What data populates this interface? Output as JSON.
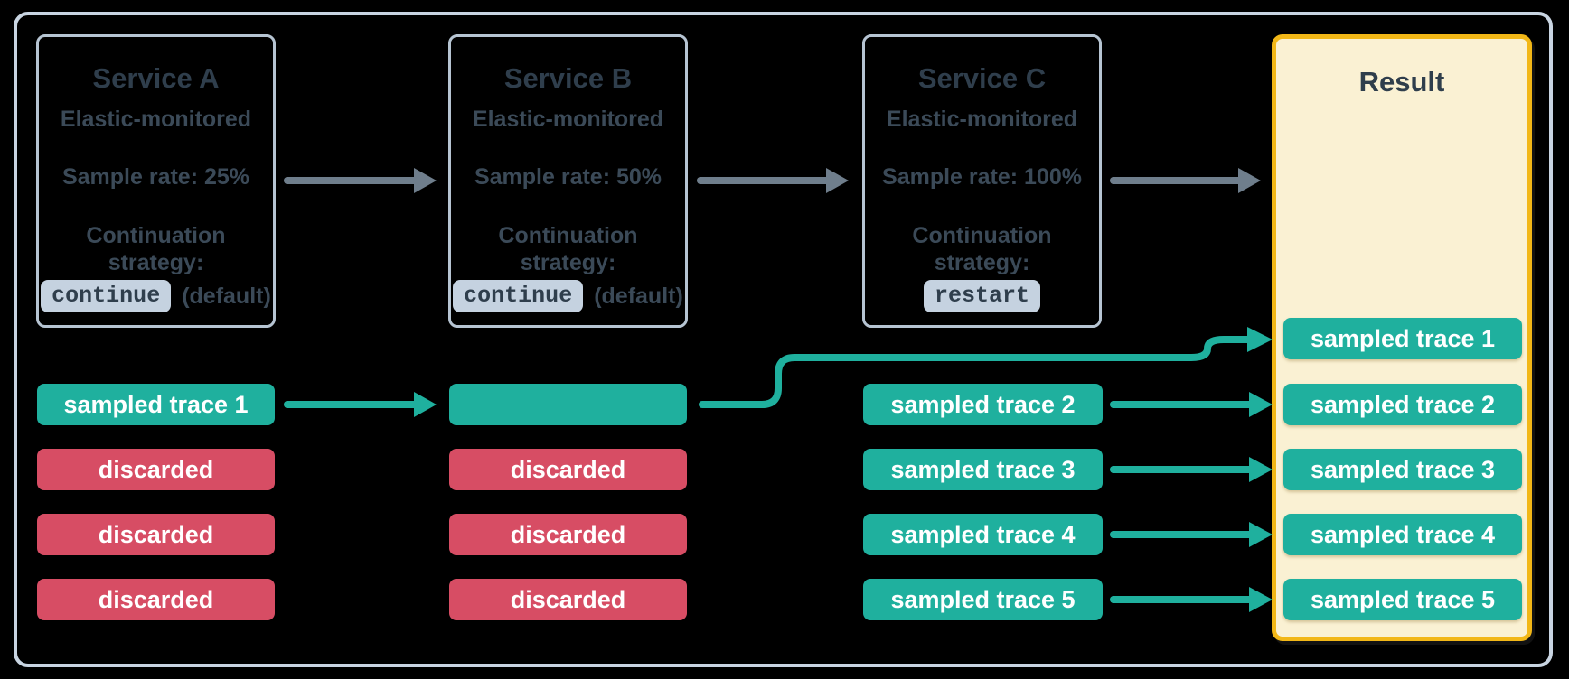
{
  "colors": {
    "background": "#000000",
    "frame-border": "#c9d5e2",
    "box-border": "#b6c4d2",
    "title-text": "#2f3e4c",
    "body-text": "#3b4a58",
    "chip-bg": "#c5d2e0",
    "chip-text": "#2f3e4c",
    "teal": "#1fb09e",
    "red": "#d74d64",
    "pill-text": "#ffffff",
    "gray-arrow": "#6f7e8c",
    "result-bg": "#faf1d3",
    "result-border": "#f2b717"
  },
  "services": [
    {
      "title": "Service A",
      "subtitle": "Elastic-monitored",
      "sample_rate": "Sample rate: 25%",
      "strategy_line1": "Continuation",
      "strategy_line2": "strategy:",
      "strategy_chip": "continue",
      "strategy_suffix": "(default)"
    },
    {
      "title": "Service B",
      "subtitle": "Elastic-monitored",
      "sample_rate": "Sample rate: 50%",
      "strategy_line1": "Continuation",
      "strategy_line2": "strategy:",
      "strategy_chip": "continue",
      "strategy_suffix": "(default)"
    },
    {
      "title": "Service C",
      "subtitle": "Elastic-monitored",
      "sample_rate": "Sample rate: 100%",
      "strategy_line1": "Continuation",
      "strategy_line2": "strategy:",
      "strategy_chip": "restart",
      "strategy_suffix": ""
    }
  ],
  "lanes": {
    "service_a": [
      {
        "label": "sampled trace 1",
        "type": "sampled"
      },
      {
        "label": "discarded",
        "type": "discarded"
      },
      {
        "label": "discarded",
        "type": "discarded"
      },
      {
        "label": "discarded",
        "type": "discarded"
      }
    ],
    "service_b": [
      {
        "label": "",
        "type": "sampled"
      },
      {
        "label": "discarded",
        "type": "discarded"
      },
      {
        "label": "discarded",
        "type": "discarded"
      },
      {
        "label": "discarded",
        "type": "discarded"
      }
    ],
    "service_c": [
      {
        "label": "sampled trace 2",
        "type": "sampled"
      },
      {
        "label": "sampled trace 3",
        "type": "sampled"
      },
      {
        "label": "sampled trace 4",
        "type": "sampled"
      },
      {
        "label": "sampled trace 5",
        "type": "sampled"
      }
    ]
  },
  "result": {
    "title": "Result",
    "pills": [
      "sampled trace 1",
      "sampled trace 2",
      "sampled trace 3",
      "sampled trace 4",
      "sampled trace 5"
    ]
  }
}
